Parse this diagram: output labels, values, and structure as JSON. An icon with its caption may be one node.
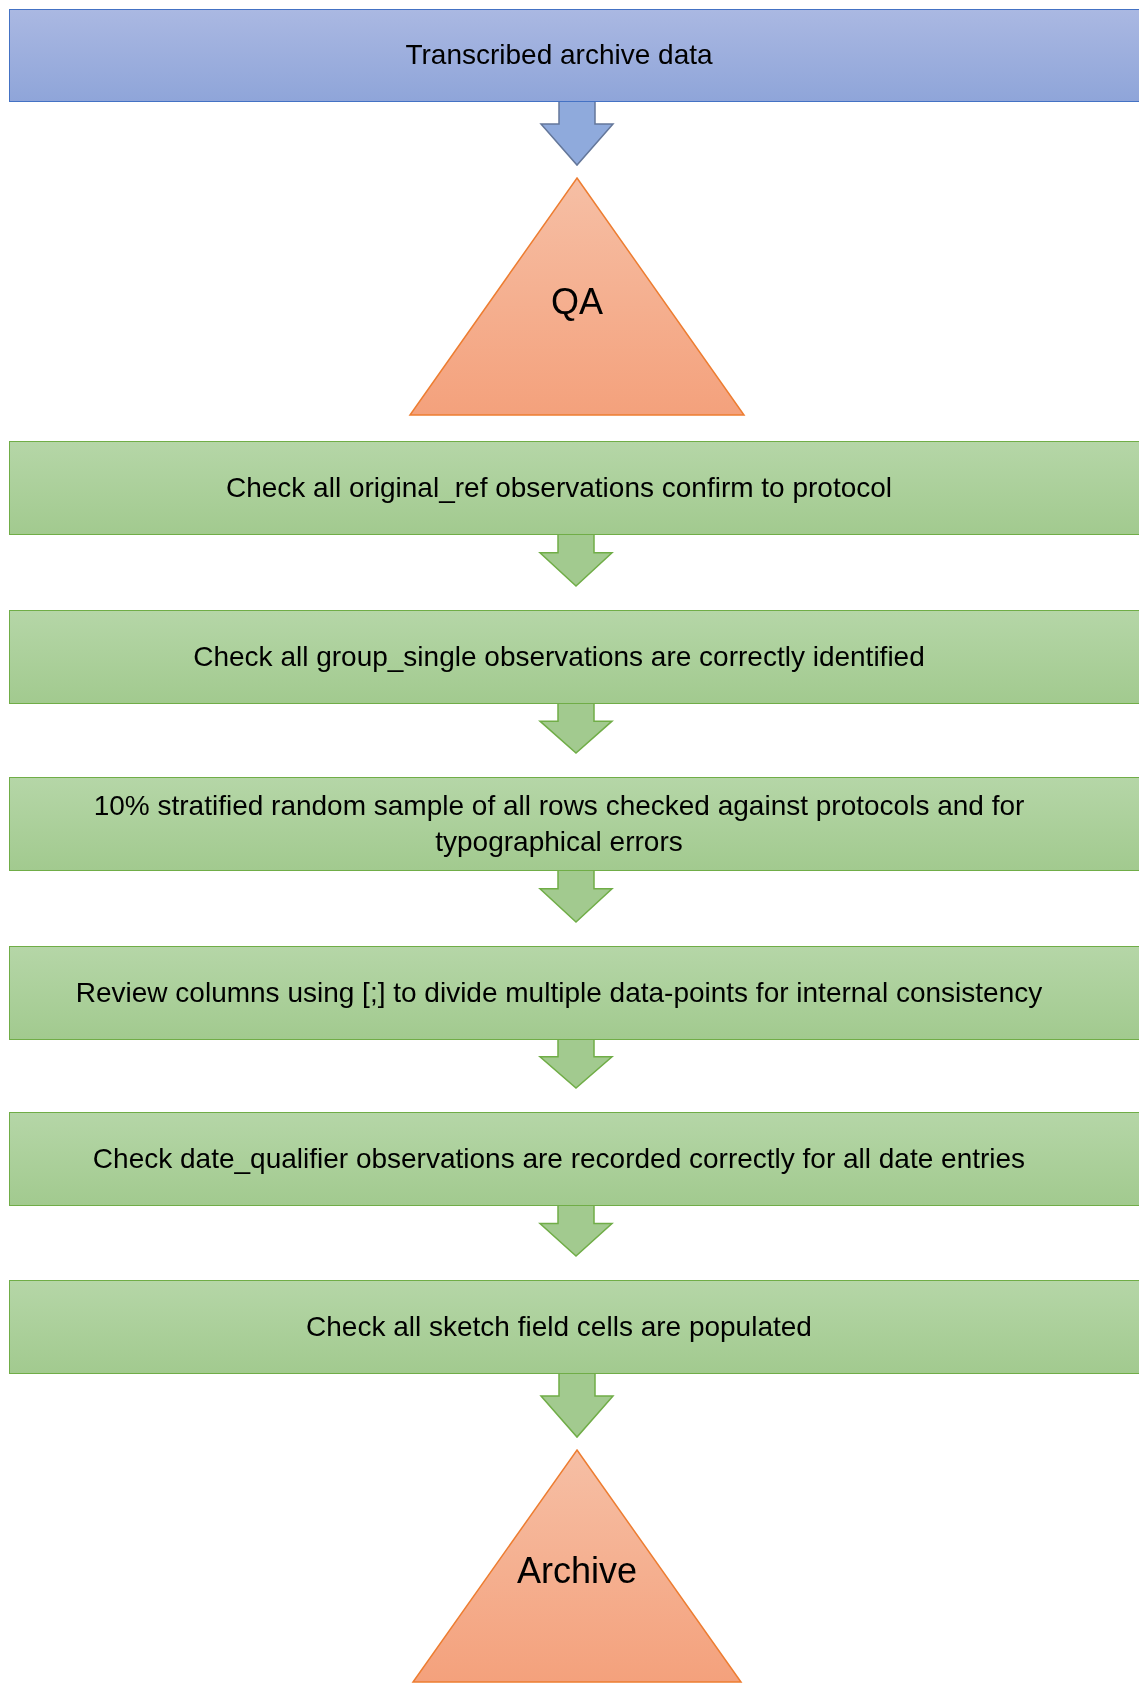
{
  "diagram": {
    "nodes": [
      {
        "text": [
          "Transcribed archive data"
        ]
      },
      {
        "text": [
          "QA"
        ]
      },
      {
        "text": [
          "Check all original_ref observations confirm to protocol"
        ]
      },
      {
        "text": [
          "Check all group_single observations are correctly identified"
        ]
      },
      {
        "text": [
          "10% stratified random sample of all rows checked against protocols and for typographical errors"
        ]
      },
      {
        "text": [
          "Review columns using [;] to divide multiple data-points for internal consistency"
        ]
      },
      {
        "text": [
          "Check date_qualifier observations are recorded correctly for all date entries"
        ]
      },
      {
        "text": [
          "Check all sketch field cells are populated"
        ]
      },
      {
        "text": [
          "Archive"
        ]
      }
    ],
    "edges": [
      {
        "from": 0,
        "to": 1,
        "arrow": "to",
        "color": "#8faadc"
      },
      {
        "from": 2,
        "to": 3,
        "arrow": "to"
      },
      {
        "from": 3,
        "to": 4,
        "arrow": "to"
      },
      {
        "from": 4,
        "to": 5,
        "arrow": "to"
      },
      {
        "from": 5,
        "to": 6,
        "arrow": "to"
      },
      {
        "from": 6,
        "to": 7,
        "arrow": "to"
      },
      {
        "from": 7,
        "to": 8,
        "arrow": "to"
      }
    ]
  }
}
